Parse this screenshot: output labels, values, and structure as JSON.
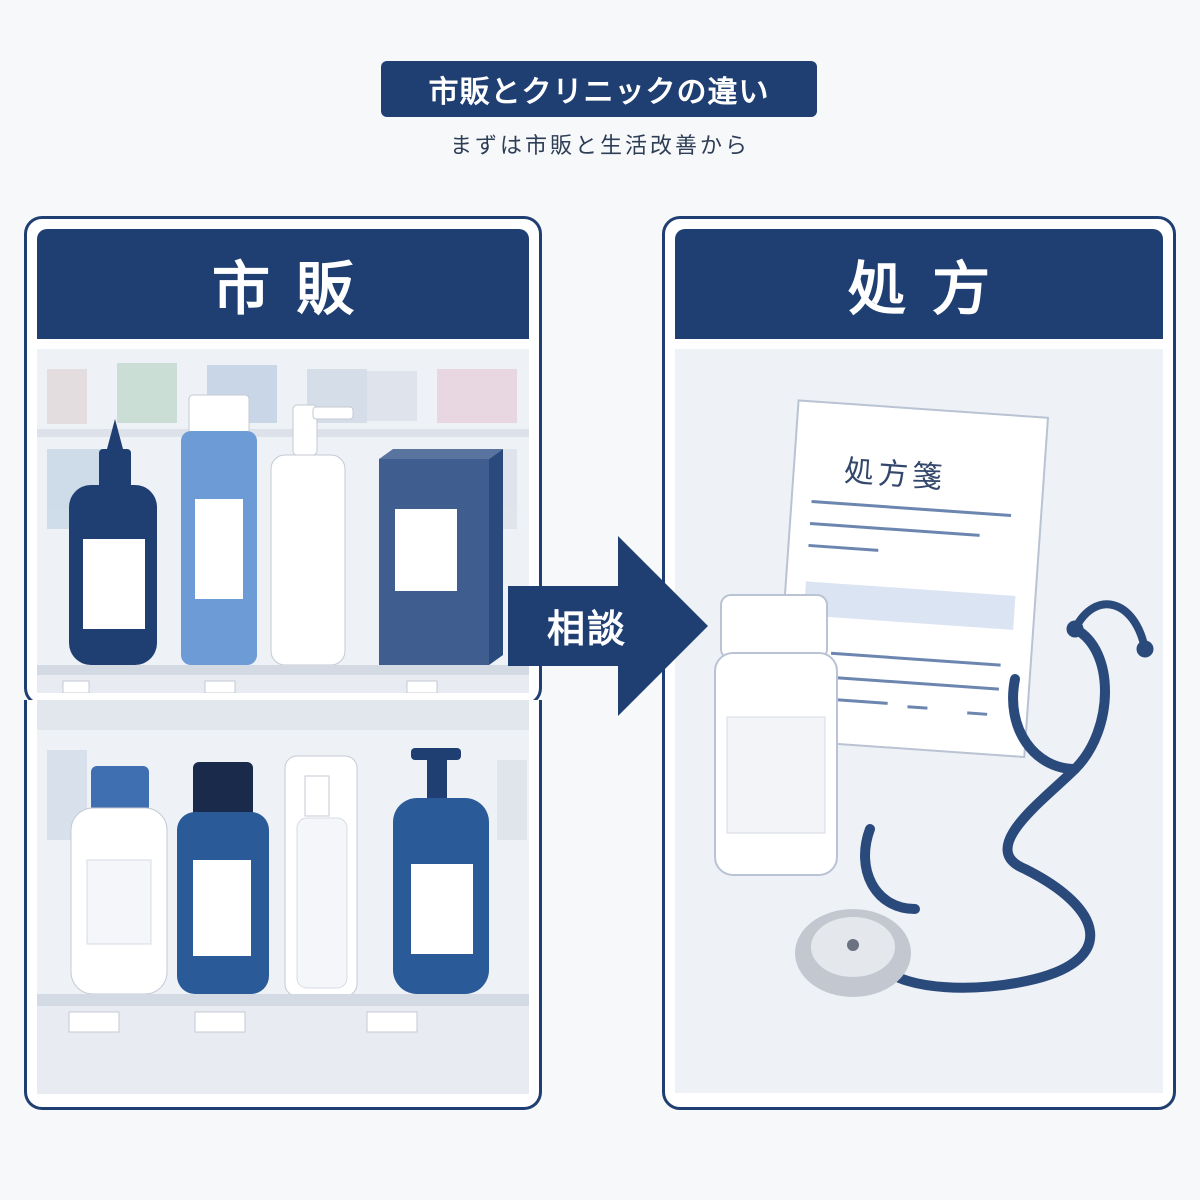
{
  "header": {
    "title": "市販とクリニックの違い",
    "subtitle": "まずは市販と生活改善から"
  },
  "panels": {
    "left": {
      "title": "市販"
    },
    "right": {
      "title": "処方"
    }
  },
  "arrow": {
    "label": "相談"
  },
  "prescription": {
    "title": "処方箋"
  },
  "colors": {
    "navy": "#1f3f73",
    "light_blue": "#6d9bd6",
    "background": "#f7f8fa"
  },
  "icons": [
    "pharmacy-shelf-illustration",
    "pill-bottle-icon",
    "stethoscope-icon",
    "prescription-paper-icon",
    "arrow-right-icon"
  ]
}
